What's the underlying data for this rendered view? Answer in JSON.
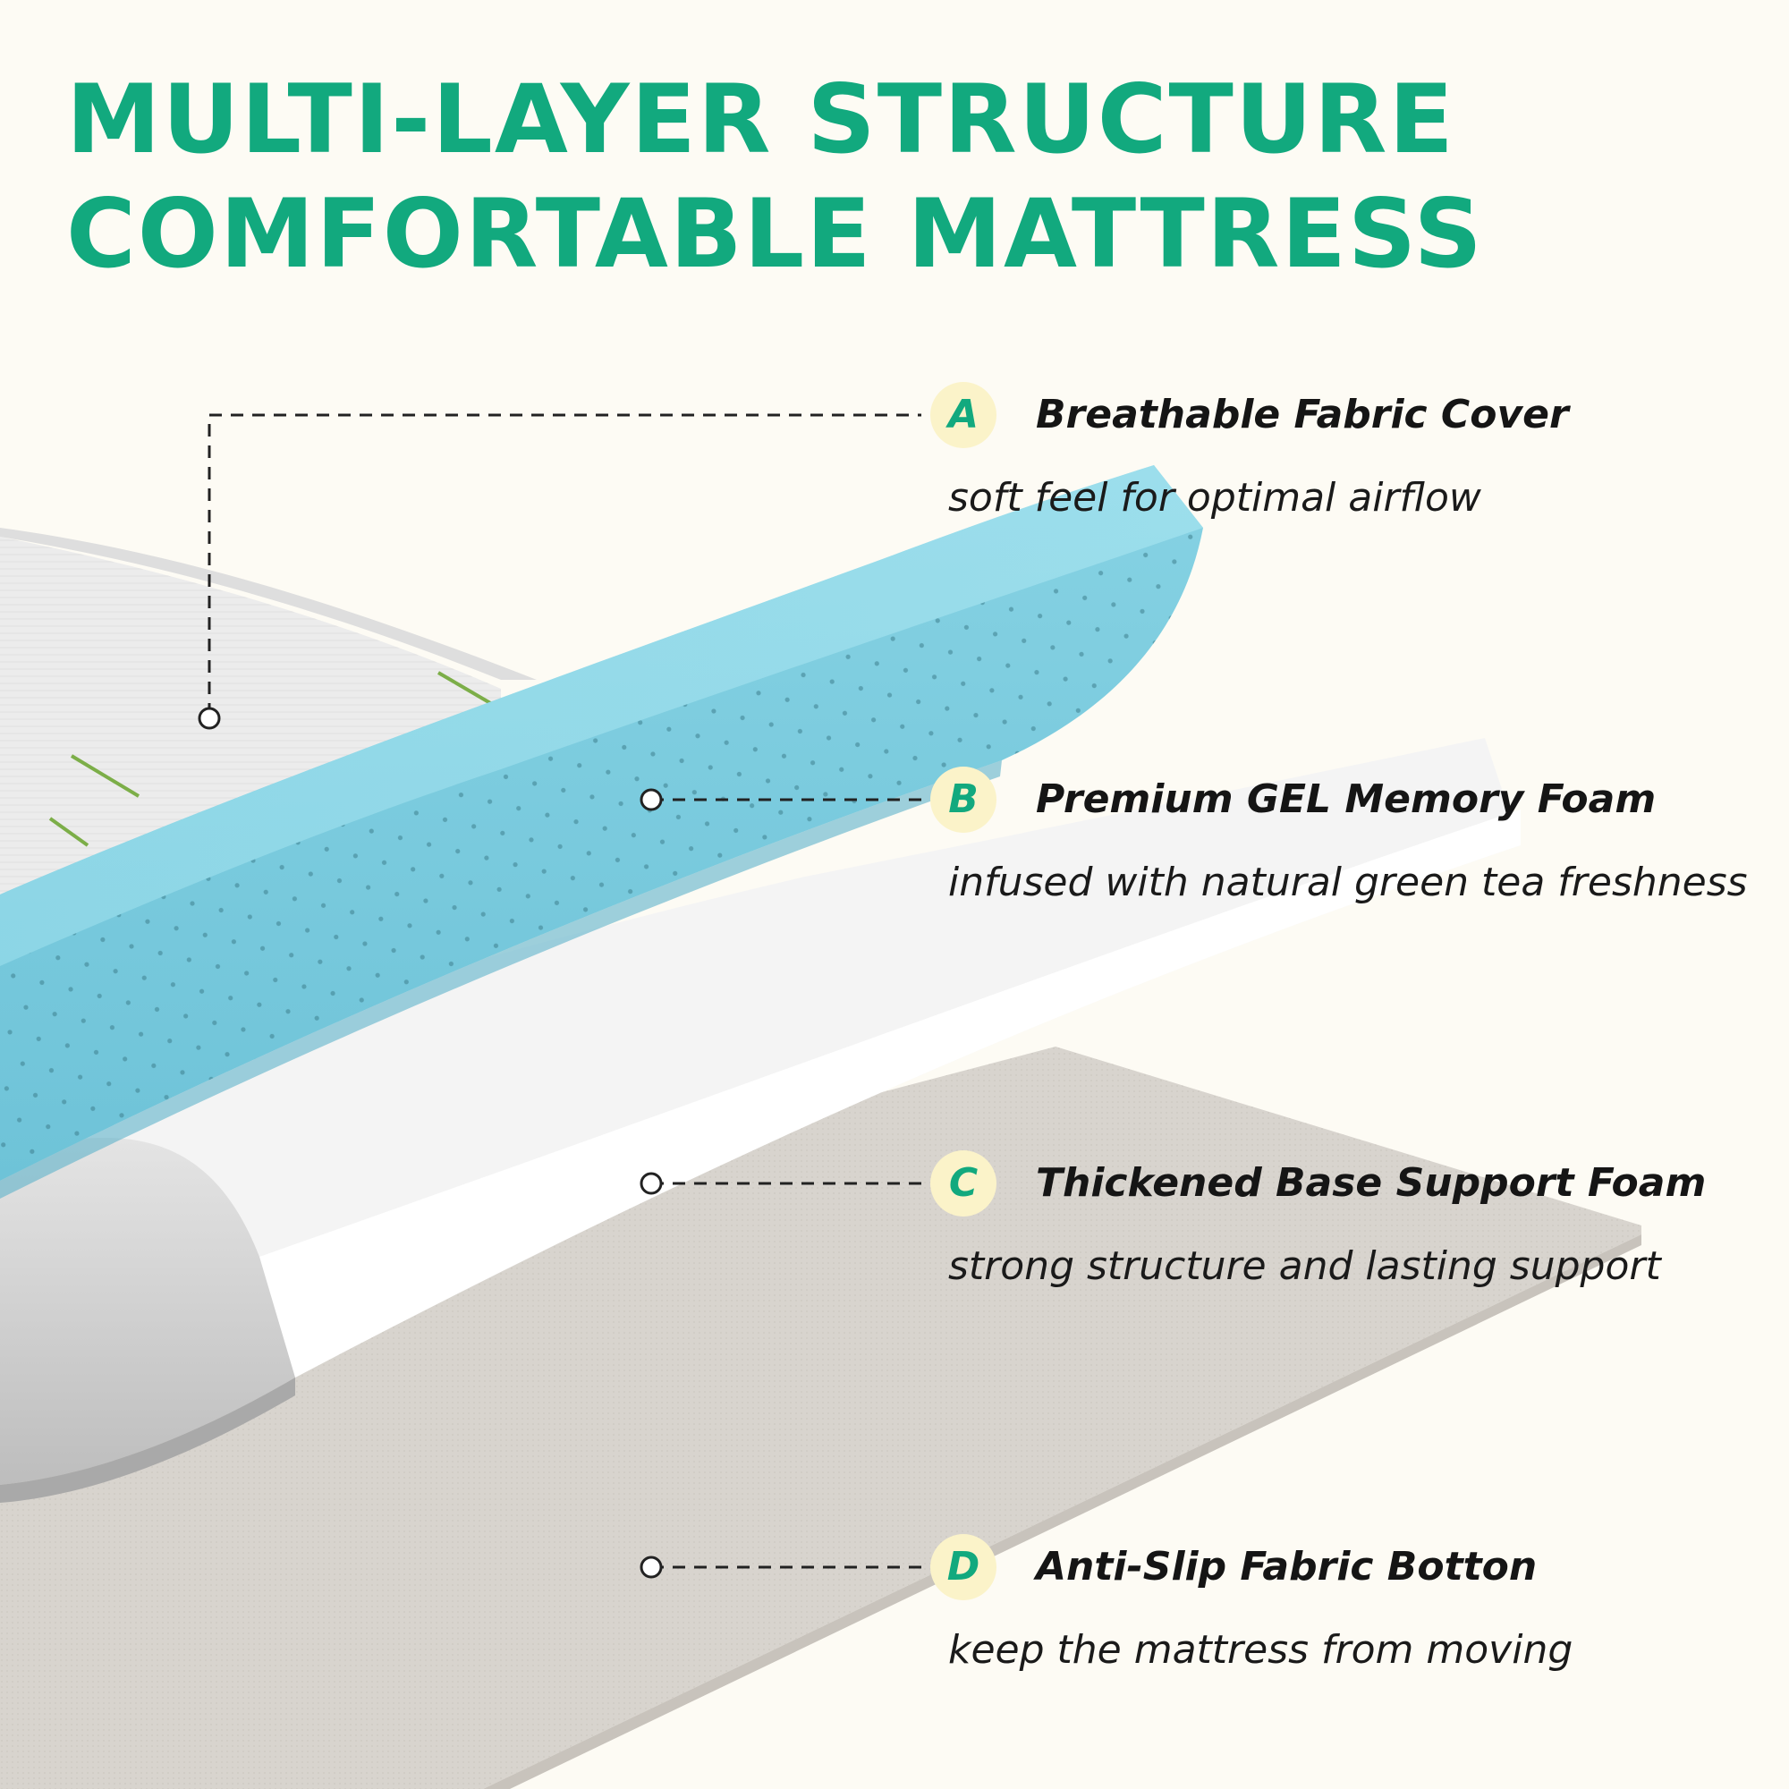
{
  "title": {
    "line1": "MULTI-LAYER STRUCTURE",
    "line2": "COMFORTABLE MATTRESS"
  },
  "colors": {
    "accent": "#12a97e",
    "badge_bg": "#fbf3c9",
    "background": "#fdfbf4",
    "gel_foam": "#8ed8e6",
    "base_foam": "#f2f2f2",
    "bottom_fabric": "#d9d5cf"
  },
  "layers": [
    {
      "letter": "A",
      "title": "Breathable Fabric Cover",
      "description": "soft feel for optimal airflow"
    },
    {
      "letter": "B",
      "title": "Premium GEL Memory Foam",
      "description": "infused with natural green tea freshness"
    },
    {
      "letter": "C",
      "title": "Thickened Base Support Foam",
      "description": "strong structure and lasting support"
    },
    {
      "letter": "D",
      "title": "Anti-Slip Fabric Botton",
      "description": "keep the mattress from moving"
    }
  ]
}
